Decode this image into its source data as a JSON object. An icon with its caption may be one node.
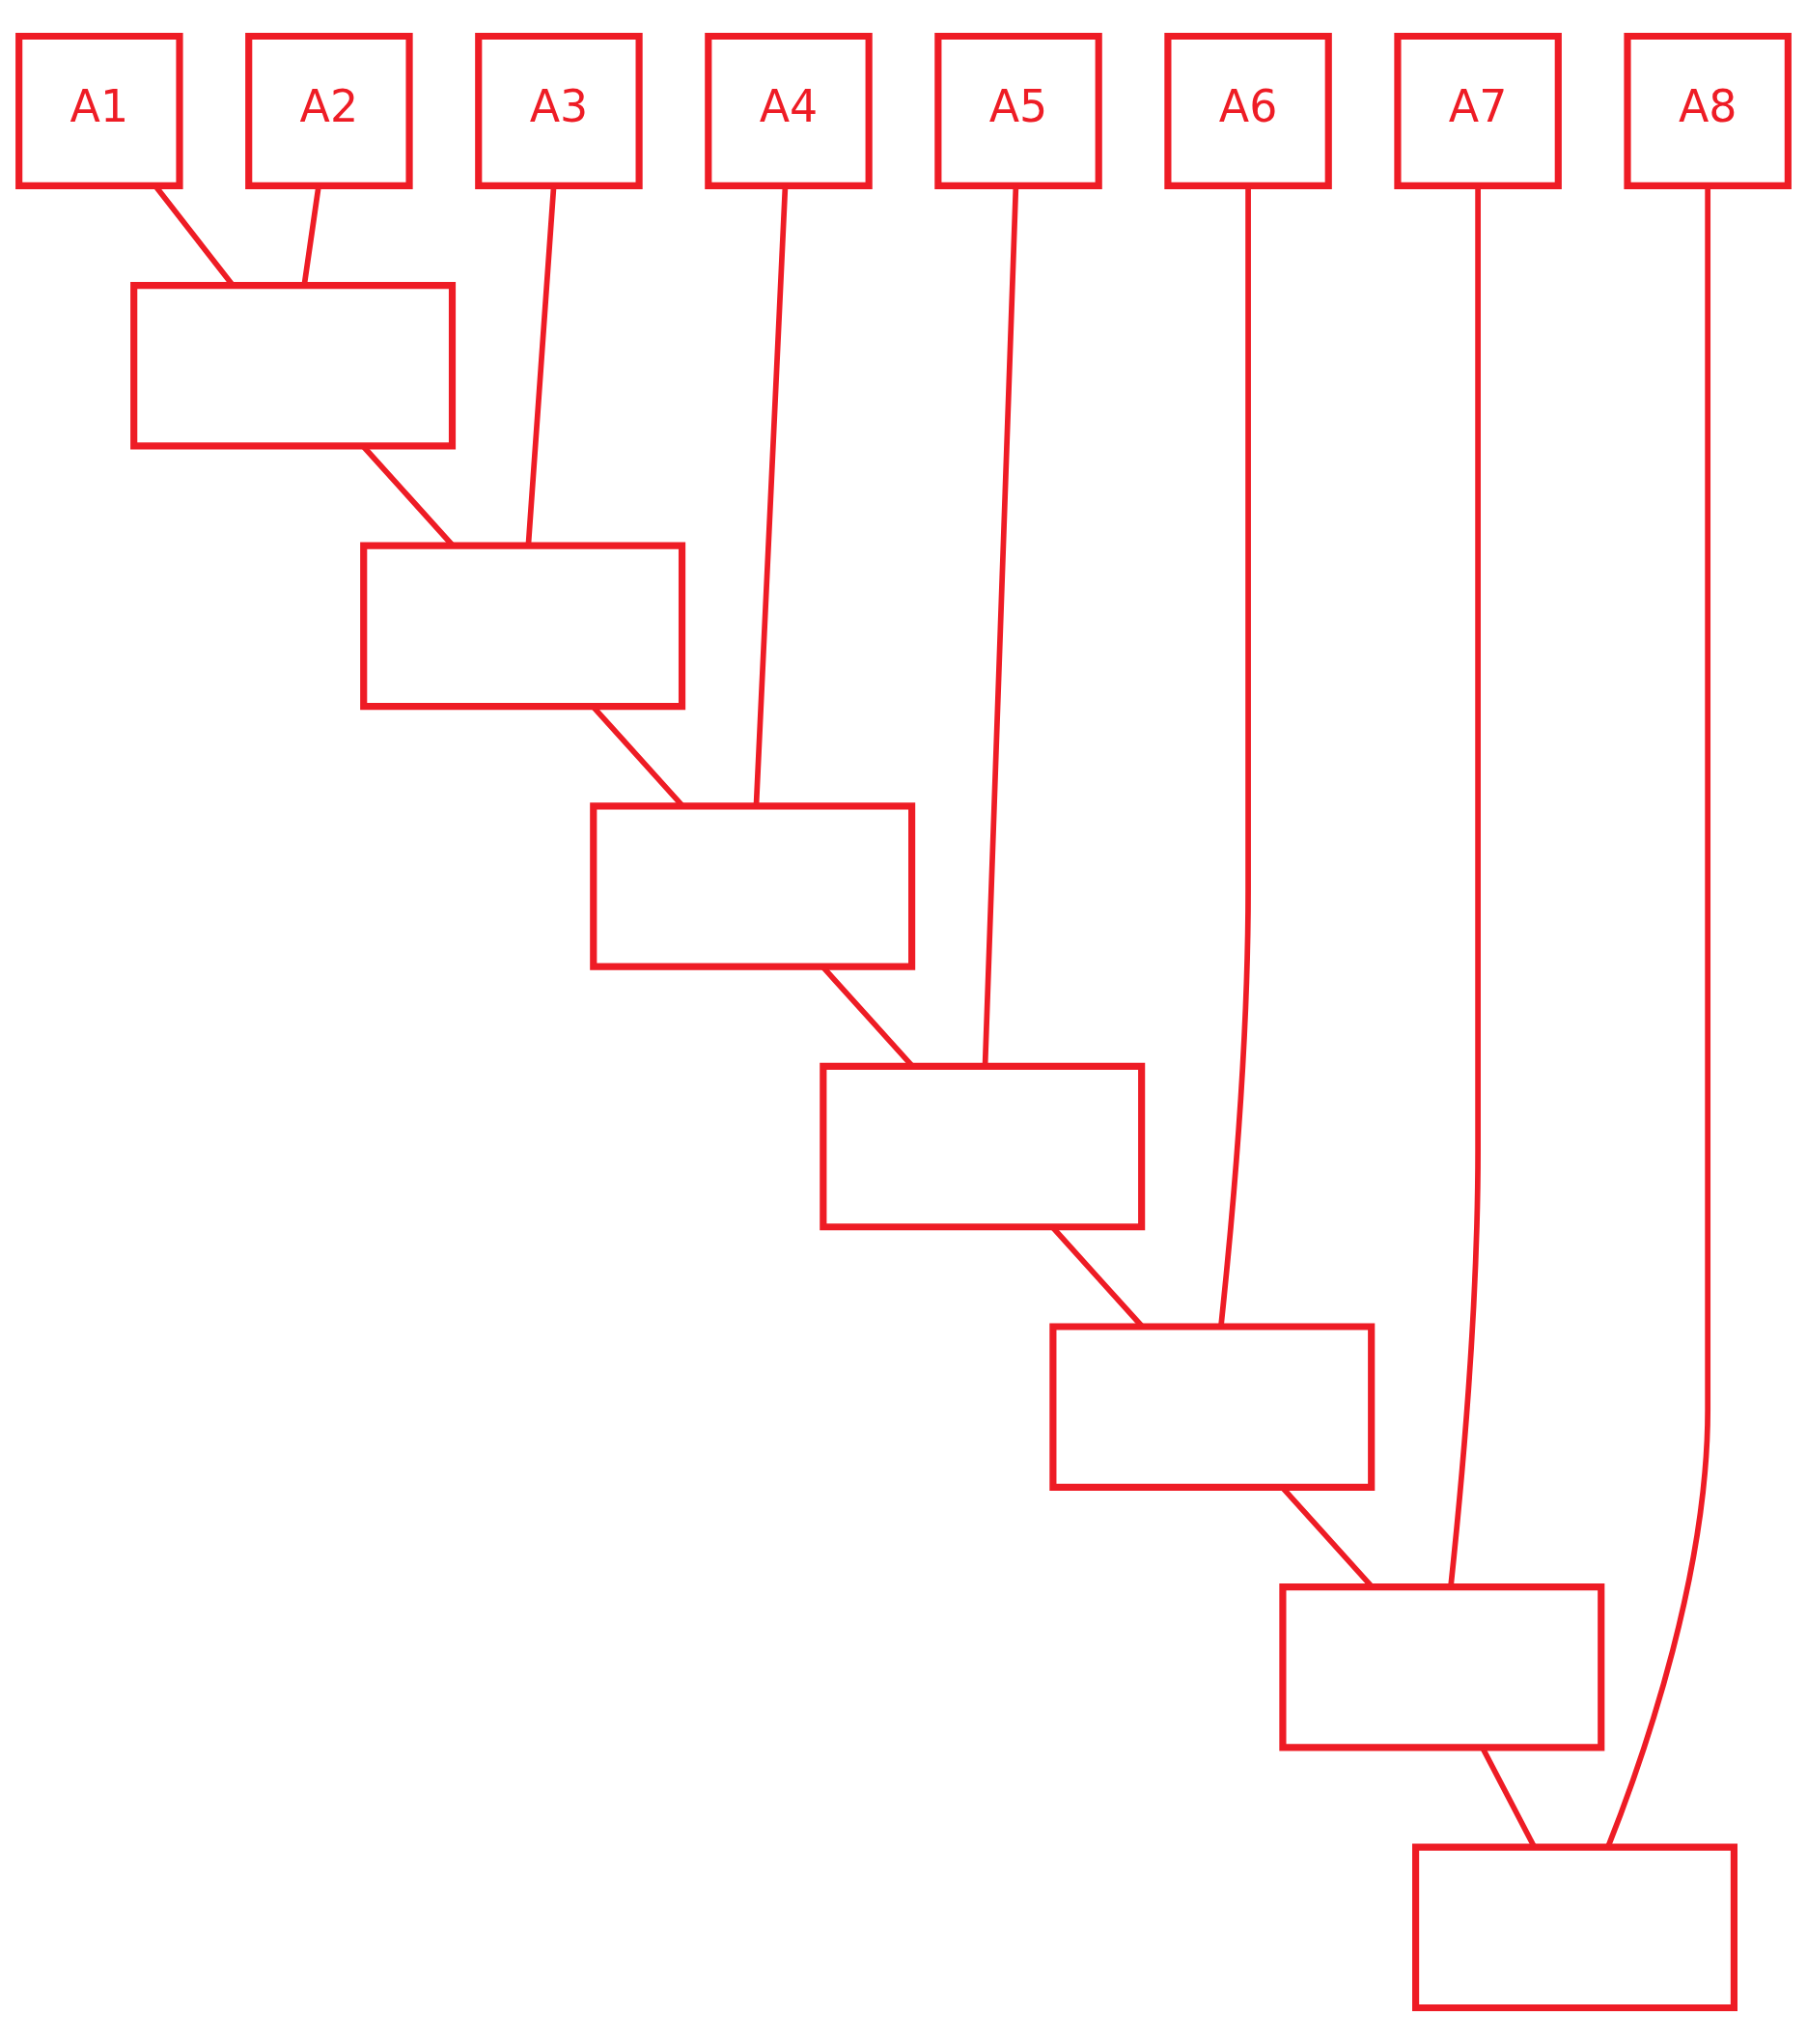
{
  "diagram": {
    "nodes": [
      {
        "text": [
          "A1"
        ]
      },
      {
        "text": [
          "A2"
        ]
      },
      {
        "text": [
          "A3"
        ]
      },
      {
        "text": [
          "A4"
        ]
      },
      {
        "text": [
          "A5"
        ]
      },
      {
        "text": [
          "A6"
        ]
      },
      {
        "text": [
          "A7"
        ]
      },
      {
        "text": [
          "A8"
        ]
      },
      {
        "text": [],
        "shape": "box"
      },
      {
        "text": [],
        "shape": "box"
      },
      {
        "text": [],
        "shape": "box"
      },
      {
        "text": [],
        "shape": "box"
      },
      {
        "text": [],
        "shape": "box"
      },
      {
        "text": [],
        "shape": "box"
      },
      {
        "text": [],
        "shape": "box"
      }
    ],
    "edges": [
      {
        "from": 0,
        "to": 8,
        "arrow": "none"
      },
      {
        "from": 1,
        "to": 8,
        "arrow": "none"
      },
      {
        "from": 8,
        "to": 9,
        "arrow": "none"
      },
      {
        "from": 2,
        "to": 9,
        "arrow": "none"
      },
      {
        "from": 9,
        "to": 10,
        "arrow": "none"
      },
      {
        "from": 3,
        "to": 10,
        "arrow": "none"
      },
      {
        "from": 10,
        "to": 11,
        "arrow": "none"
      },
      {
        "from": 4,
        "to": 11,
        "arrow": "none"
      },
      {
        "from": 11,
        "to": 12,
        "arrow": "none"
      },
      {
        "from": 5,
        "to": 12,
        "arrow": "none"
      },
      {
        "from": 12,
        "to": 13,
        "arrow": "none"
      },
      {
        "from": 6,
        "to": 13,
        "arrow": "none"
      },
      {
        "from": 13,
        "to": 14,
        "arrow": "none"
      },
      {
        "from": 7,
        "to": 14,
        "arrow": "none"
      }
    ]
  }
}
